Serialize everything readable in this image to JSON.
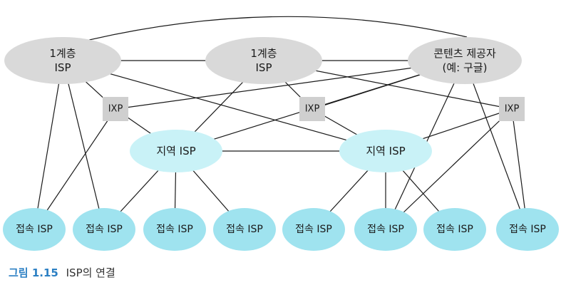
{
  "colors": {
    "isp_fill": "#d9d9d9",
    "ixp_fill": "#cfcfcf",
    "regional_fill": "#c9f2f7",
    "access_fill": "#9fe3ef",
    "edge": "#1a1a1a",
    "caption_accent": "#2b7fc3"
  },
  "nodes": {
    "tier1_a": [
      "1계층",
      "ISP"
    ],
    "tier1_b": [
      "1계층",
      "ISP"
    ],
    "content": [
      "콘텐츠 제공자",
      "(예: 구글)"
    ],
    "ixp_a": [
      "IXP"
    ],
    "ixp_b": [
      "IXP"
    ],
    "ixp_c": [
      "IXP"
    ],
    "regional_a": [
      "지역 ISP"
    ],
    "regional_b": [
      "지역 ISP"
    ],
    "access_1": [
      "접속 ISP"
    ],
    "access_2": [
      "접속 ISP"
    ],
    "access_3": [
      "접속 ISP"
    ],
    "access_4": [
      "접속 ISP"
    ],
    "access_5": [
      "접속 ISP"
    ],
    "access_6": [
      "접속 ISP"
    ],
    "access_7": [
      "접속 ISP"
    ],
    "access_8": [
      "접속 ISP"
    ]
  },
  "edges": [
    [
      "tier1_a",
      "tier1_b"
    ],
    [
      "tier1_b",
      "content"
    ],
    [
      "tier1_a",
      "ixp_a"
    ],
    [
      "tier1_a",
      "access_1"
    ],
    [
      "tier1_a",
      "access_2"
    ],
    [
      "tier1_a",
      "regional_b"
    ],
    [
      "tier1_b",
      "regional_a"
    ],
    [
      "tier1_b",
      "ixp_b"
    ],
    [
      "tier1_b",
      "ixp_c"
    ],
    [
      "content",
      "ixp_a"
    ],
    [
      "content",
      "ixp_b"
    ],
    [
      "content",
      "regional_a"
    ],
    [
      "content",
      "access_6"
    ],
    [
      "content",
      "access_8"
    ],
    [
      "ixp_a",
      "regional_a"
    ],
    [
      "ixp_a",
      "access_1"
    ],
    [
      "ixp_b",
      "regional_b"
    ],
    [
      "ixp_c",
      "regional_b"
    ],
    [
      "ixp_c",
      "access_6"
    ],
    [
      "ixp_c",
      "access_8"
    ],
    [
      "regional_a",
      "regional_b"
    ],
    [
      "regional_a",
      "access_2"
    ],
    [
      "regional_a",
      "access_3"
    ],
    [
      "regional_a",
      "access_4"
    ],
    [
      "regional_b",
      "access_5"
    ],
    [
      "regional_b",
      "access_6"
    ],
    [
      "regional_b",
      "access_7"
    ]
  ],
  "caption": {
    "label": "그림 1.15",
    "text": "ISP의 연결"
  }
}
